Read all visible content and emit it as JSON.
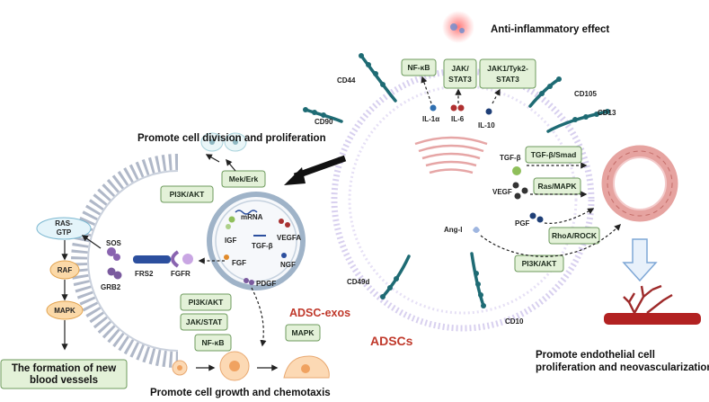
{
  "headings": {
    "anti_inflammatory": "Anti-inflammatory effect",
    "division": "Promote cell division and proliferation",
    "growth": "Promote cell growth and chemotaxis",
    "endothelial_1": "Promote endothelial cell",
    "endothelial_2": "proliferation and neovascularization",
    "new_vessels_1": "The formation of new",
    "new_vessels_2": "blood vessels"
  },
  "cells": {
    "adscs": "ADSCs",
    "exos": "ADSC-exos"
  },
  "markers": {
    "cd44": "CD44",
    "cd90": "CD90",
    "cd105": "CD105",
    "cd13": "CD13",
    "cd49d": "CD49d",
    "cd10": "CD10"
  },
  "pathways": {
    "nfkb_top": "NF-κB",
    "jak_stat3_1": "JAK/",
    "jak_stat3_2": "STAT3",
    "jak1_1": "JAK1/Tyk2-",
    "jak1_2": "STAT3",
    "tgfb_smad": "TGF-β/Smad",
    "ras_mapk": "Ras/MAPK",
    "rhoa_rock": "RhoA/ROCK",
    "pi3k_akt_right": "PI3K/AKT",
    "pi3k_akt_left": "PI3K/AKT",
    "mek_erk": "Mek/Erk",
    "pi3k_akt_exo": "PI3K/AKT",
    "jak_stat": "JAK/STAT",
    "nfkb_exo": "NF-κB",
    "mapk_exo": "MAPK"
  },
  "factors": {
    "il1a": "IL-1α",
    "il6": "IL-6",
    "il10": "IL-10",
    "tgfb": "TGF-β",
    "vegf": "VEGF",
    "pgf": "PGF",
    "ang1": "Ang-I"
  },
  "exo_cargo": {
    "mrna": "mRNA",
    "igf": "IGF",
    "vegfa": "VEGFA",
    "tgfb": "TGF-β",
    "fgf": "FGF",
    "ngf": "NGF",
    "pdgf": "PDGF"
  },
  "signaling": {
    "ras_gtp_1": "RAS-",
    "ras_gtp_2": "GTP",
    "sos": "SOS",
    "grb2": "GRB2",
    "raf": "RAF",
    "mapk": "MAPK",
    "frs2": "FRS2",
    "fgfr": "FGFR"
  },
  "colors": {
    "box_fill": "#e3f1d8",
    "box_stroke": "#6d9a5c",
    "title_red": "#c0392b",
    "receptor_teal": "#1e6b74",
    "exo_ring": "#9fb3c8",
    "membrane": "#b0b8c8",
    "vessel": "#d9534f"
  }
}
